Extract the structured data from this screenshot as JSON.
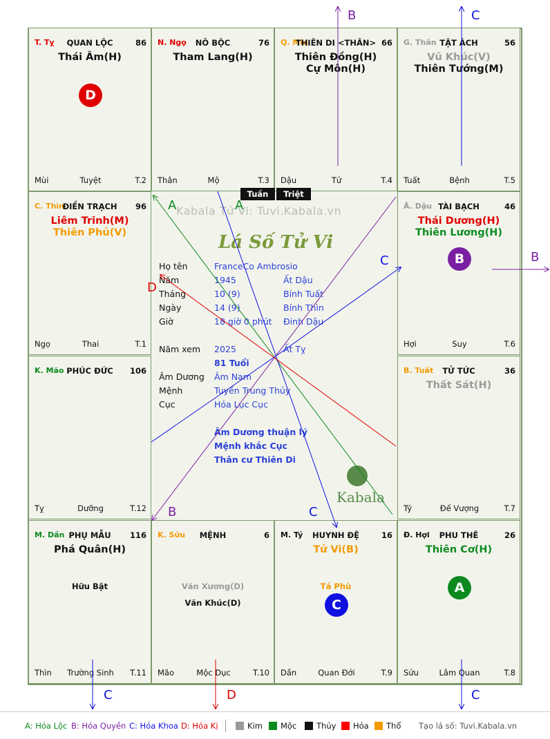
{
  "cells": [
    {
      "id": "ty",
      "branch": "T. Tỵ",
      "branch_color": "#e00000",
      "house": "QUAN LỘC",
      "num": "86",
      "stars": [
        {
          "t": "Thái Âm(H)",
          "c": "c-black"
        }
      ],
      "minors": [],
      "foot": [
        "Mùi",
        "Tuyệt",
        "T.2"
      ],
      "circle": {
        "t": "D",
        "color": "#e00000"
      }
    },
    {
      "id": "ngo",
      "branch": "N. Ngọ",
      "branch_color": "#e00000",
      "house": "NÔ BỘC",
      "num": "76",
      "stars": [
        {
          "t": "Tham Lang(H)",
          "c": "c-black"
        }
      ],
      "minors": [],
      "foot": [
        "Thân",
        "Mộ",
        "T.3"
      ]
    },
    {
      "id": "mui",
      "branch": "Q. Mùi",
      "branch_color": "#f39a00",
      "house": "THIÊN DI <THÂN>",
      "num": "66",
      "stars": [
        {
          "t": "Thiên Đồng(H)",
          "c": "c-black"
        },
        {
          "t": "Cự Môn(H)",
          "c": "c-black"
        }
      ],
      "minors": [],
      "foot": [
        "Dậu",
        "Tử",
        "T.4"
      ]
    },
    {
      "id": "than",
      "branch": "G. Thân",
      "branch_color": "#9a9a9a",
      "house": "TẬT ÁCH",
      "num": "56",
      "stars": [
        {
          "t": "Vũ Khúc(V)",
          "c": "c-gray"
        },
        {
          "t": "Thiên Tướng(M)",
          "c": "c-black"
        }
      ],
      "minors": [],
      "foot": [
        "Tuất",
        "Bệnh",
        "T.5"
      ]
    },
    {
      "id": "thin",
      "branch": "C. Thìn",
      "branch_color": "#f39a00",
      "house": "ĐIỀN TRẠCH",
      "num": "96",
      "stars": [
        {
          "t": "Liêm Trinh(M)",
          "c": "c-red"
        },
        {
          "t": "Thiên Phủ(V)",
          "c": "c-orange"
        }
      ],
      "minors": [],
      "foot": [
        "Ngọ",
        "Thai",
        "T.1"
      ]
    },
    {
      "id": "dau",
      "branch": "Ã. Dậu",
      "branch_color": "#9a9a9a",
      "house": "TÀI BẠCH",
      "num": "46",
      "stars": [
        {
          "t": "Thái Dương(H)",
          "c": "c-red"
        },
        {
          "t": "Thiên Lương(H)",
          "c": "c-green"
        }
      ],
      "minors": [],
      "foot": [
        "Hợi",
        "Suy",
        "T.6"
      ],
      "circle": {
        "t": "B",
        "color": "#7b1fa2"
      }
    },
    {
      "id": "mao",
      "branch": "K. Mão",
      "branch_color": "#0d8a1f",
      "house": "PHÚC ĐỨC",
      "num": "106",
      "stars": [],
      "minors": [],
      "foot": [
        "Tỵ",
        "Dưỡng",
        "T.12"
      ]
    },
    {
      "id": "tuat",
      "branch": "B. Tuất",
      "branch_color": "#f39a00",
      "house": "TỬ TỨC",
      "num": "36",
      "stars": [
        {
          "t": "Thất Sát(H)",
          "c": "c-gray"
        }
      ],
      "minors": [],
      "foot": [
        "Tý",
        "Đế Vượng",
        "T.7"
      ]
    },
    {
      "id": "dan",
      "branch": "M. Dần",
      "branch_color": "#0d8a1f",
      "house": "PHỤ MẪU",
      "num": "116",
      "stars": [
        {
          "t": "Phá Quân(H)",
          "c": "c-black"
        }
      ],
      "minors": [
        {
          "t": "Hữu Bật",
          "c": "c-black"
        }
      ],
      "foot": [
        "Thìn",
        "Trường Sinh",
        "T.11"
      ]
    },
    {
      "id": "suu",
      "branch": "K. Sửu",
      "branch_color": "#f39a00",
      "house": "MỆNH",
      "num": "6",
      "stars": [],
      "minors": [
        {
          "t": "Văn Xương(D)",
          "c": "c-gray"
        },
        {
          "t": "Văn Khúc(D)",
          "c": "c-black"
        }
      ],
      "foot": [
        "Mão",
        "Mộc Dục",
        "T.10"
      ]
    },
    {
      "id": "tyy",
      "branch": "M. Tý",
      "branch_color": "#111111",
      "house": "HUYNH ĐỆ",
      "num": "16",
      "stars": [
        {
          "t": "Tử Vi(B)",
          "c": "c-orange"
        }
      ],
      "minors": [
        {
          "t": "Tả Phù",
          "c": "c-orange"
        }
      ],
      "foot": [
        "Dần",
        "Quan Đới",
        "T.9"
      ],
      "circle": {
        "t": "C",
        "color": "#1010e0"
      }
    },
    {
      "id": "hoi",
      "branch": "Đ. Hợi",
      "branch_color": "#111111",
      "house": "PHU THÊ",
      "num": "26",
      "stars": [
        {
          "t": "Thiên Cơ(H)",
          "c": "c-green"
        }
      ],
      "minors": [],
      "foot": [
        "Sửu",
        "Lâm Quan",
        "T.8"
      ],
      "circle": {
        "t": "A",
        "color": "#0d8a1f"
      }
    }
  ],
  "badges": {
    "tuan": "Tuần",
    "triet": "Triệt"
  },
  "watermark": "Kabala Tử Vi: Tuvi.Kabala.vn",
  "brand": "Lá Số Tử Vi",
  "kabala": "Kabala",
  "info": {
    "ho_ten_label": "Họ tên",
    "ho_ten": "FranceCo Ambrosio",
    "nam_label": "Năm",
    "nam": "1945",
    "nam_can": "Ất Dậu",
    "thang_label": "Tháng",
    "thang": "10 (9)",
    "thang_can": "Bính Tuất",
    "ngay_label": "Ngày",
    "ngay": "14 (9)",
    "ngay_can": "Bính Thìn",
    "gio_label": "Giờ",
    "gio": "18 giờ 0 phút",
    "gio_can": "Đinh Dậu",
    "nam_xem_label": "Năm xem",
    "nam_xem": "2025",
    "nam_xem_can": "Ất Tỵ",
    "tuoi": "81 Tuổi",
    "am_duong_label": "Âm Dương",
    "am_duong": "Âm Nam",
    "menh_label": "Mệnh",
    "menh": "Tuyền Trung Thủy",
    "cuc_label": "Cục",
    "cuc": "Hỏa Lục Cục",
    "note1": "Âm Dương thuận lý",
    "note2": "Mệnh khắc Cục",
    "note3": "Thân cư Thiên Di"
  },
  "arrow_labels": {
    "top_b": "B",
    "top_c": "C",
    "right_b": "B",
    "bot_c1": "C",
    "bot_d": "D",
    "bot_c2": "C",
    "line_a1": "A",
    "line_a2": "A",
    "line_c1": "C",
    "line_d": "D",
    "line_b": "B",
    "line_c2": "C"
  },
  "legend": {
    "a": "A: Hóa Lộc",
    "b": "B: Hóa Quyền",
    "c": "C: Hóa Khoa",
    "d": "D: Hóa Kị",
    "kim": "Kim",
    "moc": "Mộc",
    "thuy": "Thủy",
    "hoa": "Hỏa",
    "tho": "Thổ",
    "site": "Tạo lá số: Tuvi.Kabala.vn"
  },
  "colors": {
    "kim": "#999999",
    "moc": "#0d8a1f",
    "thuy": "#111111",
    "hoa": "#ff0000",
    "tho": "#f39a00",
    "green": "#0d8a1f",
    "purple": "#7b1fa2",
    "blue": "#1010e0",
    "red": "#e00000"
  }
}
